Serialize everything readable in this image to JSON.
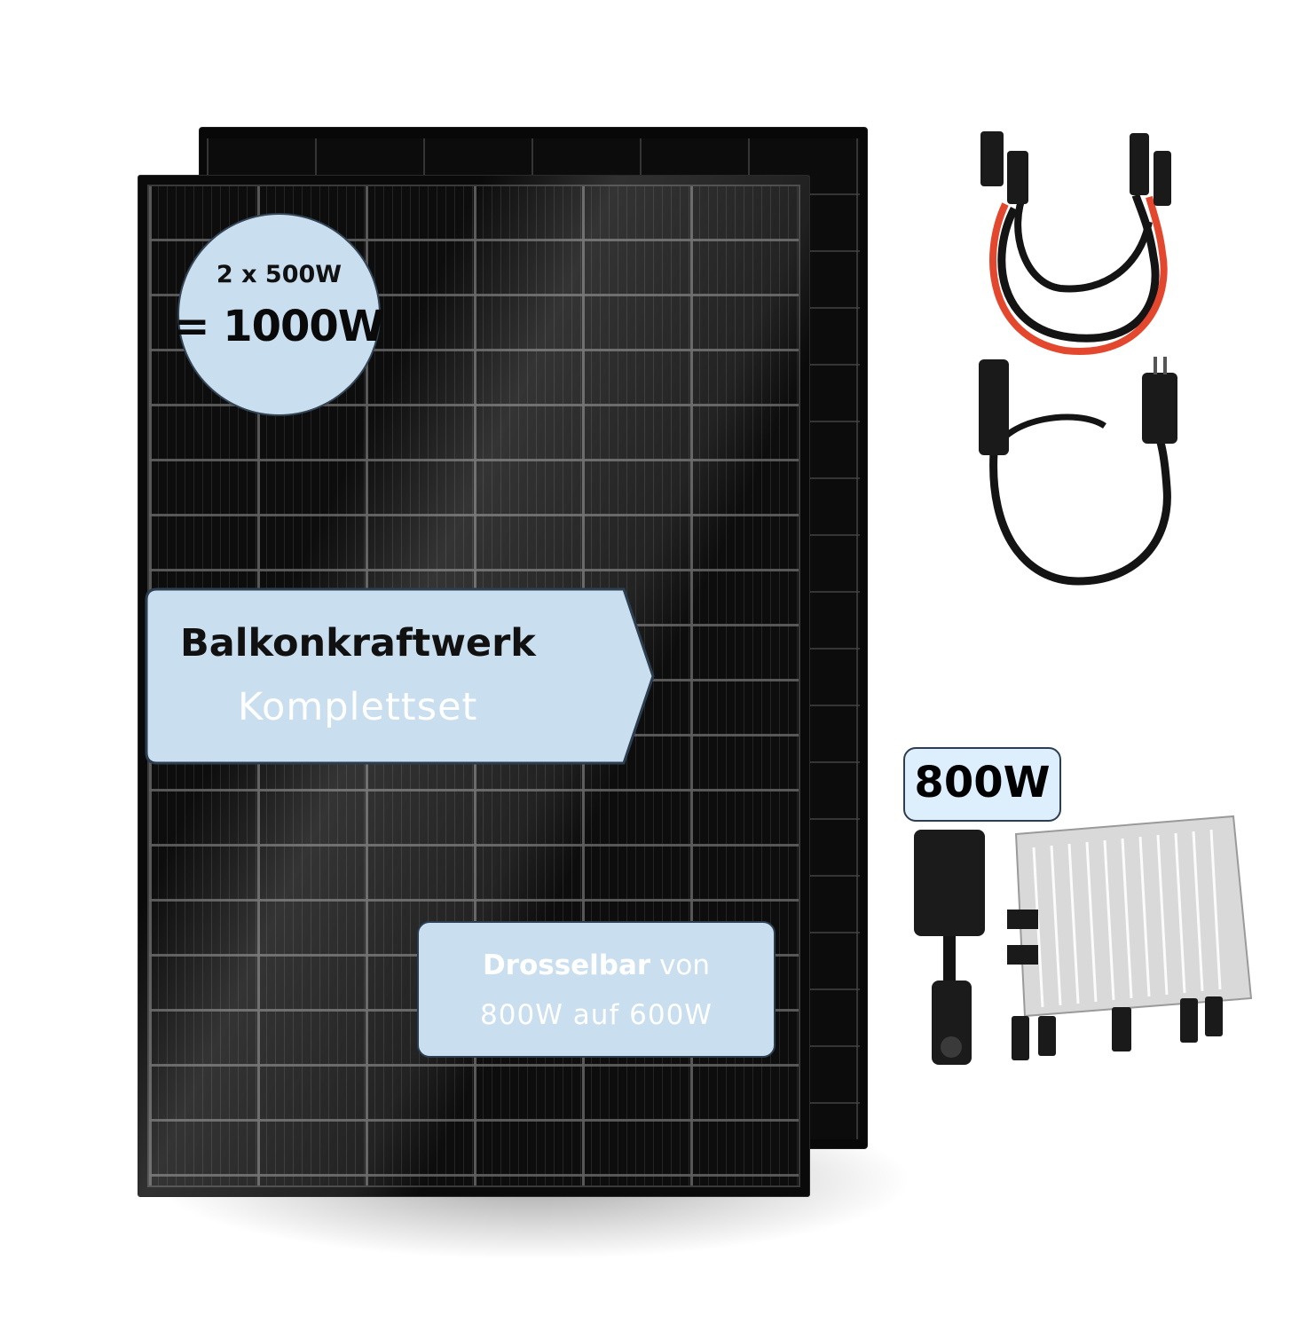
{
  "badge": {
    "line1": "2 x 500W",
    "line2": "= 1000W"
  },
  "product": {
    "title": "Balkonkraftwerk",
    "subtitle": "Komplettset"
  },
  "throttle": {
    "bold": "Drosselbar",
    "rest": " von",
    "line2": "800W auf 600W"
  },
  "inverter": {
    "label": "800W"
  },
  "colors": {
    "badge_fill": "#c9deee",
    "badge_border": "#2c3e50",
    "cable_red": "#e3482e",
    "cable_black": "#141414",
    "inverter_silver": "#d9d9d9"
  },
  "icons": [
    "solar-panel-icon",
    "solar-cable-icon",
    "plug-cable-icon",
    "micro-inverter-icon"
  ]
}
